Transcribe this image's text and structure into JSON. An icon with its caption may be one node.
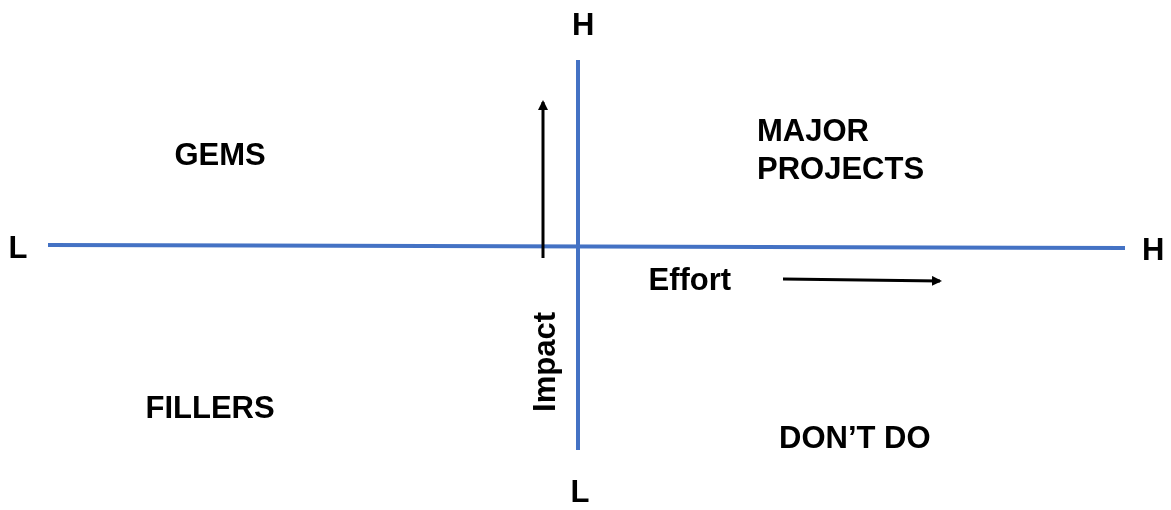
{
  "diagram": {
    "labels": [
      "H",
      "GEMS",
      "MAJOR PROJECTS",
      "L",
      "H",
      "Impact",
      "Effort",
      "FILLERS",
      "DON’T DO",
      "L"
    ]
  }
}
